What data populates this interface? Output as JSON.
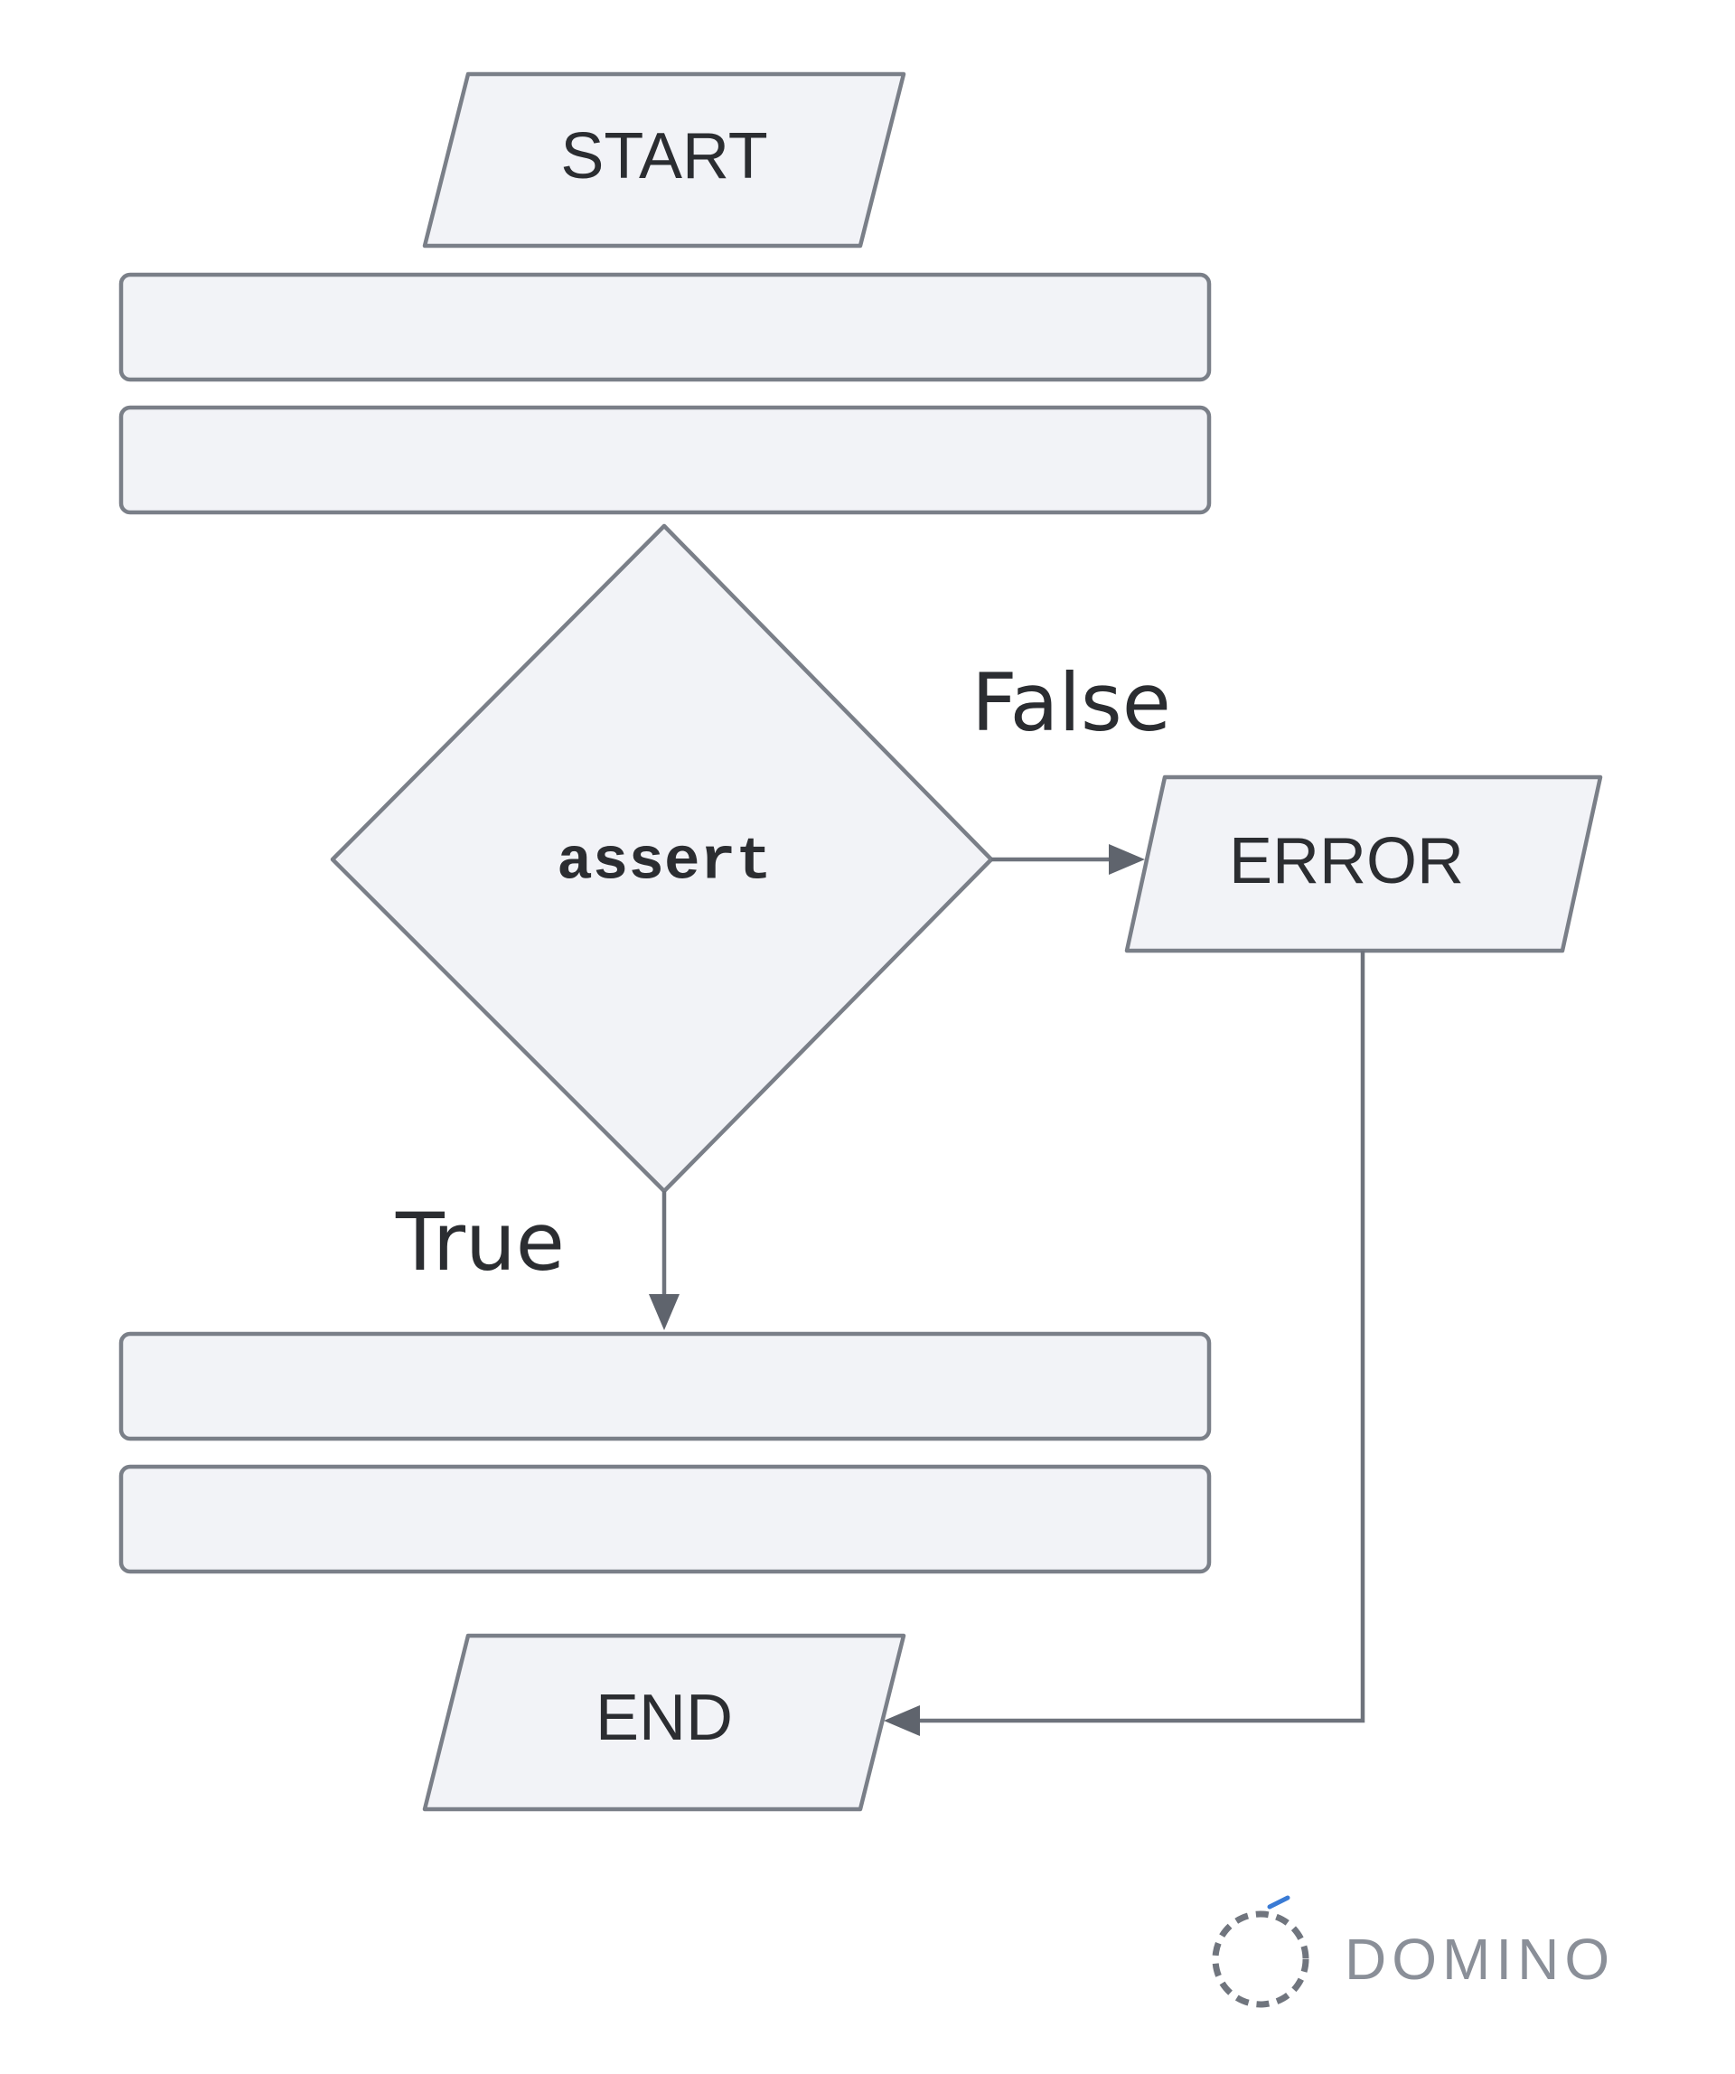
{
  "diagram": {
    "nodes": {
      "start": "START",
      "assert": "assert",
      "error": "ERROR",
      "end": "END"
    },
    "edges": {
      "false_label": "False",
      "true_label": "True"
    }
  },
  "logo": {
    "text": "DOMINO",
    "icon": "domino-ring-icon"
  },
  "colors": {
    "shape_fill": "#f2f3f7",
    "shape_stroke": "#7a7f88",
    "edge": "#6e737c",
    "text": "#2b2d31",
    "logo_accent": "#3a7bd5"
  }
}
